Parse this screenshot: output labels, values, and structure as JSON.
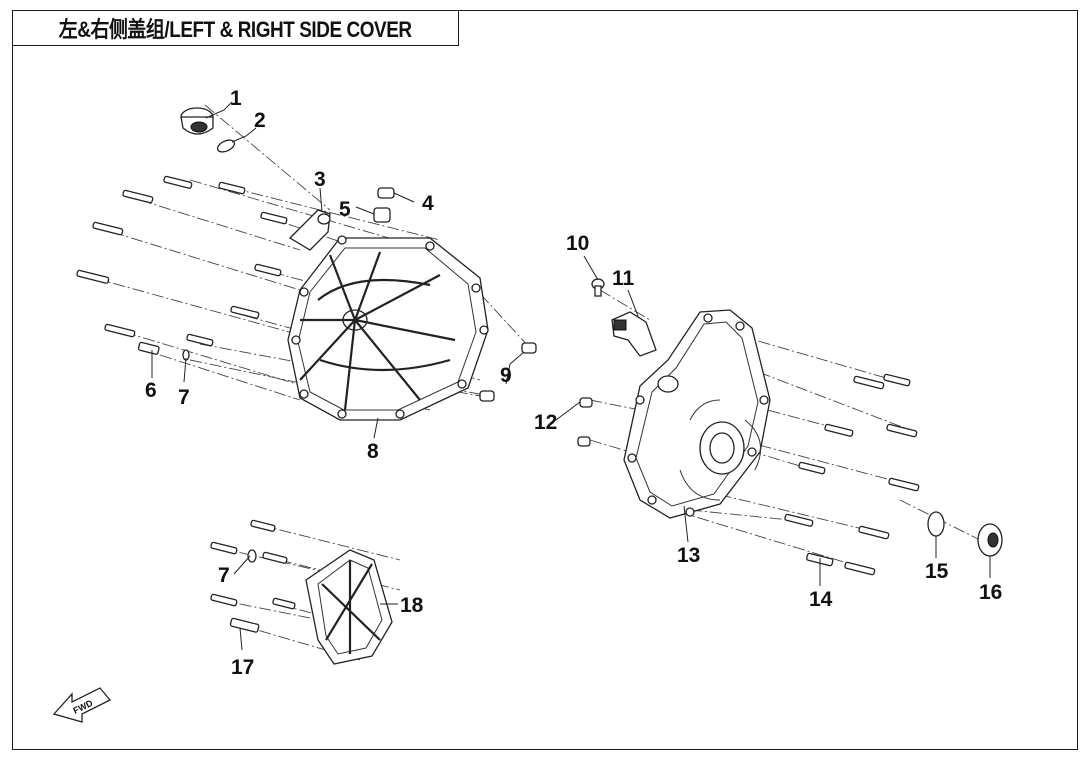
{
  "title": "左&右侧盖组/LEFT & RIGHT SIDE COVER",
  "fwd_label": "FWD",
  "callouts": [
    {
      "id": "c1",
      "label": "1"
    },
    {
      "id": "c2",
      "label": "2"
    },
    {
      "id": "c3",
      "label": "3"
    },
    {
      "id": "c4",
      "label": "4"
    },
    {
      "id": "c5",
      "label": "5"
    },
    {
      "id": "c6",
      "label": "6"
    },
    {
      "id": "c7a",
      "label": "7"
    },
    {
      "id": "c7b",
      "label": "7"
    },
    {
      "id": "c8",
      "label": "8"
    },
    {
      "id": "c9",
      "label": "9"
    },
    {
      "id": "c10",
      "label": "10"
    },
    {
      "id": "c11",
      "label": "11"
    },
    {
      "id": "c12",
      "label": "12"
    },
    {
      "id": "c13",
      "label": "13"
    },
    {
      "id": "c14",
      "label": "14"
    },
    {
      "id": "c15",
      "label": "15"
    },
    {
      "id": "c16",
      "label": "16"
    },
    {
      "id": "c17",
      "label": "17"
    },
    {
      "id": "c18",
      "label": "18"
    }
  ],
  "colors": {
    "line": "#222222",
    "background": "#ffffff"
  }
}
